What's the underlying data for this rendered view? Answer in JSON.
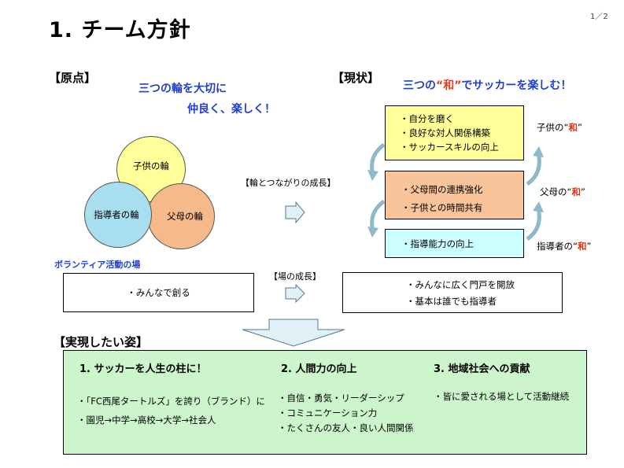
{
  "page_number": "1／2",
  "title": "1. チーム方針",
  "origin": {
    "heading": "【原点】",
    "slogan_line1": "三つの輪を大切に",
    "slogan_line2": "仲良く、楽しく！",
    "circles": [
      "子供の輪",
      "指導者の輪",
      "父母の輪"
    ],
    "volunteer_label": "ボランティア活動の場",
    "box_text": "・みんなで創る"
  },
  "growth_labels": {
    "rings": "【輪とつながりの成長】",
    "place": "【場の成長】"
  },
  "current": {
    "heading": "【現状】",
    "slogan_pre": "三つの",
    "slogan_wa": "“和”",
    "slogan_post": "でサッカーを楽しむ！",
    "box1": [
      "・自分を磨く",
      "・良好な対人関係構築",
      "・サッカースキルの向上"
    ],
    "box2": [
      "・父母間の連携強化",
      "・子供との時間共有"
    ],
    "box3": [
      "・指導能力の向上"
    ],
    "wa_labels": [
      {
        "pre": "子供の“",
        "wa": "和",
        "post": "”"
      },
      {
        "pre": "父母の“",
        "wa": "和",
        "post": "”"
      },
      {
        "pre": "指導者の“",
        "wa": "和",
        "post": "”"
      }
    ],
    "place_box": [
      "・みんなに広く門戸を開放",
      "・基本は誰でも指導者"
    ]
  },
  "vision": {
    "heading": "【実現したい姿】",
    "columns": [
      {
        "title": "1. サッカーを人生の柱に！",
        "items": [
          "・「FC西尾タートルズ」を誇り（ブランド）に",
          "・園児→中学→高校→大学→社会人"
        ]
      },
      {
        "title": "2. 人間力の向上",
        "items": [
          "・自信・勇気・リーダーシップ",
          "・コミュニケーション力",
          "・たくさんの友人・良い人間関係"
        ]
      },
      {
        "title": "3. 地域社会への貢献",
        "items": [
          "・皆に愛される場として活動継続"
        ]
      }
    ]
  },
  "colors": {
    "yellow_box": "#ffff99",
    "orange_box": "#f9c49a",
    "cyan_box": "#ccffff",
    "green_box": "#ccf5cc",
    "circle_child": "#ffff99",
    "circle_coach": "#a8dff0",
    "circle_parent": "#f6b98a",
    "arrow_fill": "#dff0f6",
    "accent_blue": "#1f3fd0",
    "accent_red": "#e03010"
  }
}
